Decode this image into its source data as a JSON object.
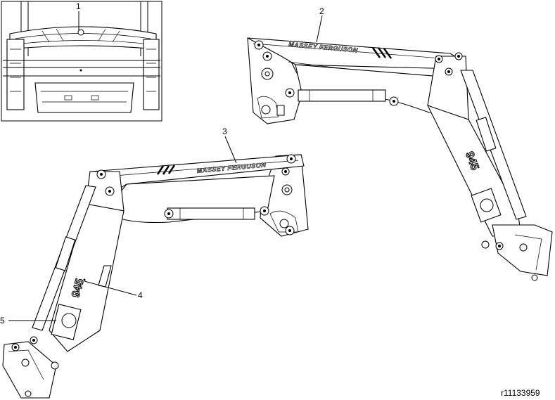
{
  "diagram": {
    "callouts": [
      {
        "id": "1",
        "label": "1"
      },
      {
        "id": "2",
        "label": "2"
      },
      {
        "id": "3",
        "label": "3"
      },
      {
        "id": "4",
        "label": "4"
      },
      {
        "id": "5",
        "label": "5"
      }
    ],
    "decals": {
      "brand_right": "MASSEY FERGUSON",
      "brand_left": "MASSEY FERGUSON",
      "model_right": "945",
      "model_left": "945"
    },
    "figure_ref": "r11133959"
  }
}
